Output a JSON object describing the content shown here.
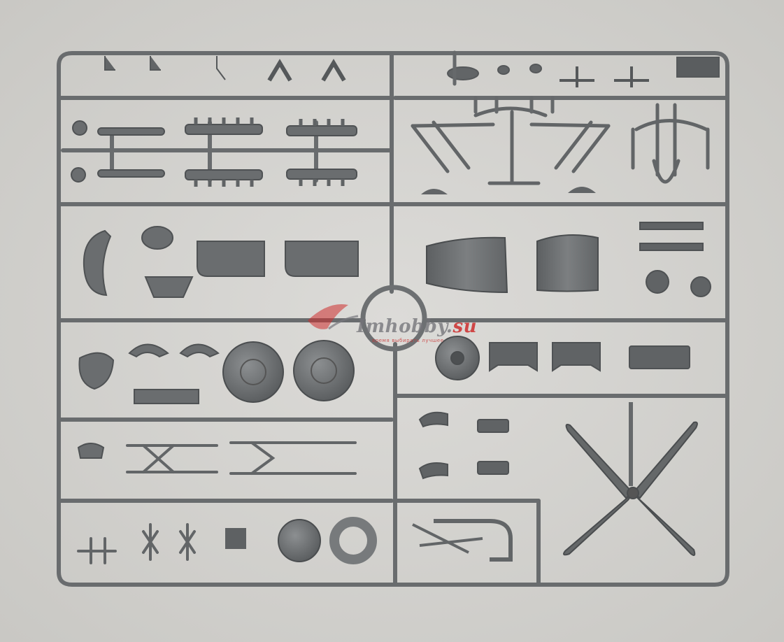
{
  "scene": {
    "subject": "injection-molded plastic model kit sprue frame",
    "background_color": "#d6d5d1",
    "plastic_color": "#6b6e70",
    "plastic_highlight": "#8a8d8f",
    "plastic_shadow": "#4c4f51"
  },
  "watermark": {
    "site_name": "Imhobby.",
    "site_tld": "su",
    "slogan": "время выбирать лучшее",
    "logo_icon": "stylized-airplane-logo-icon",
    "accent_color": "#cc2d2d"
  },
  "parts": [
    {
      "name": "propeller",
      "icon": "four-blade-propeller-icon"
    },
    {
      "name": "main-wheel-1",
      "icon": "wheel-icon"
    },
    {
      "name": "main-wheel-2",
      "icon": "wheel-icon"
    },
    {
      "name": "tail-wheel",
      "icon": "wheel-icon"
    },
    {
      "name": "tire",
      "icon": "tire-ring-icon"
    },
    {
      "name": "engine-cowling-1",
      "icon": "cowling-icon"
    },
    {
      "name": "engine-cowling-2",
      "icon": "cowling-icon"
    },
    {
      "name": "landing-gear-struts",
      "icon": "strut-frame-icon"
    },
    {
      "name": "exhaust-stacks",
      "icon": "exhaust-icon"
    }
  ]
}
